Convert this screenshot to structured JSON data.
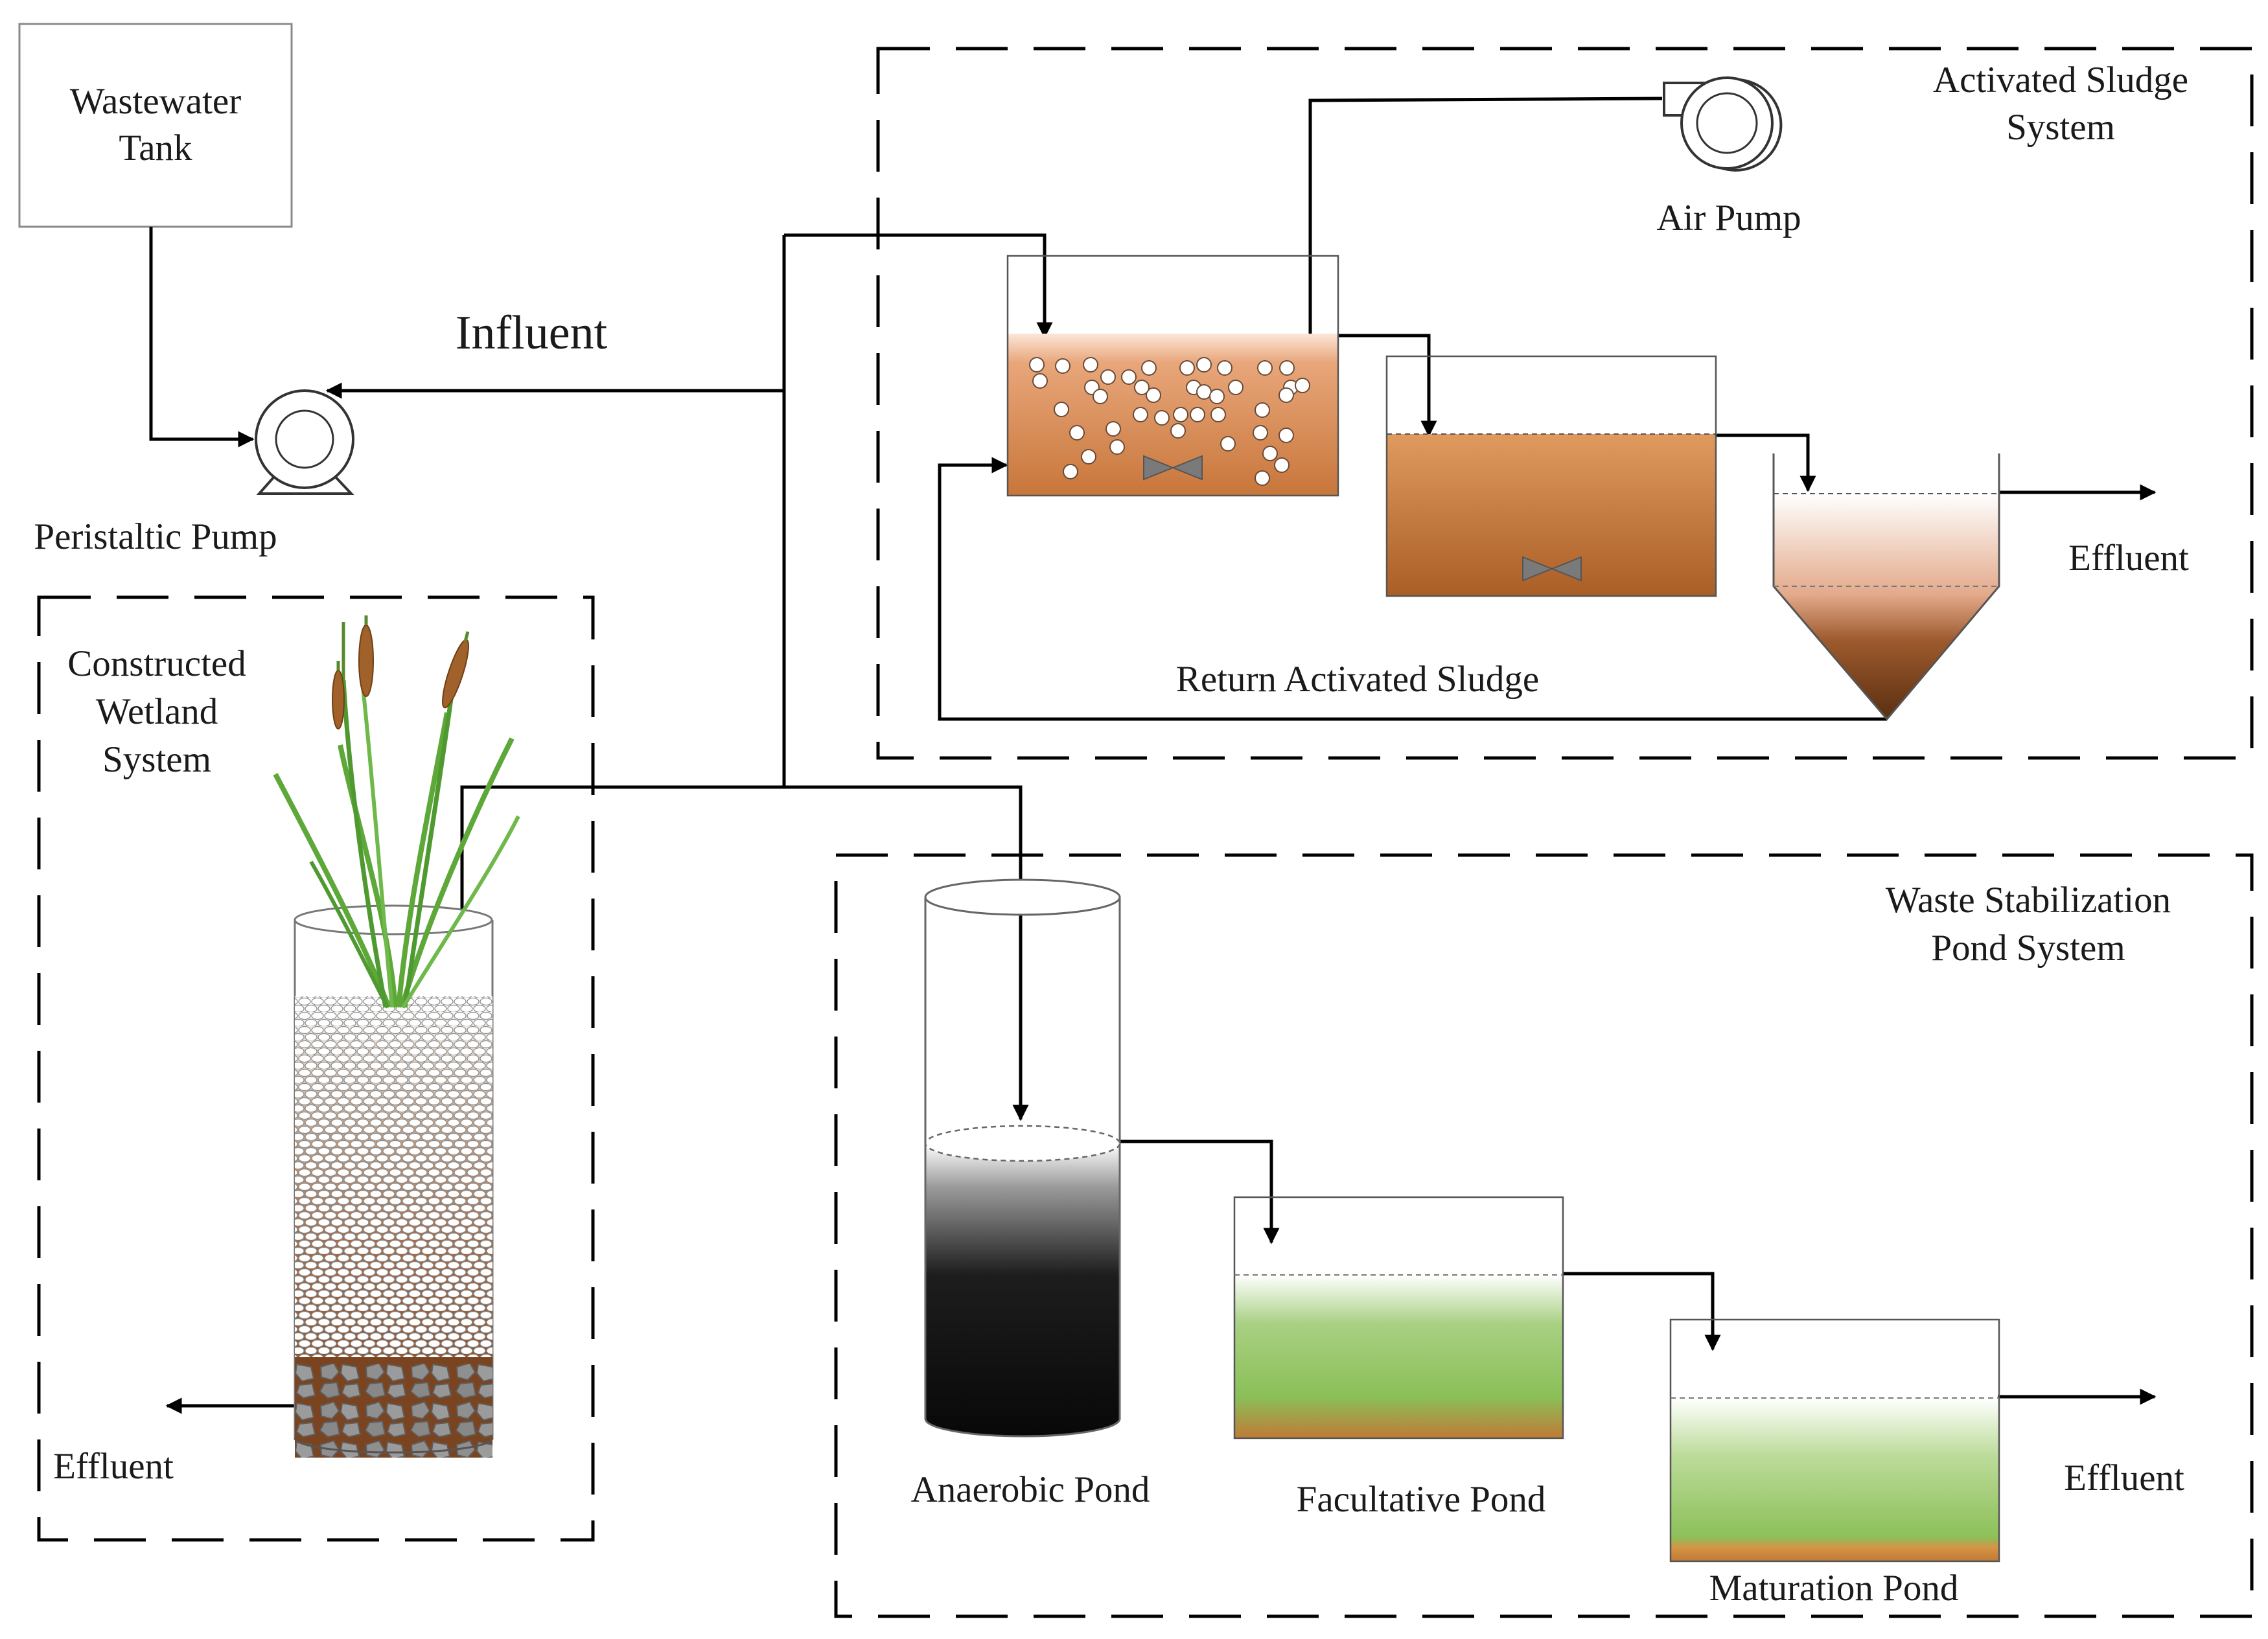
{
  "labels": {
    "wastewater_tank_line1": "Wastewater",
    "wastewater_tank_line2": "Tank",
    "influent": "Influent",
    "peristaltic_pump": "Peristaltic Pump",
    "air_pump": "Air Pump",
    "activated_sludge_line1": "Activated Sludge",
    "activated_sludge_line2": "System",
    "return_activated_sludge": "Return Activated Sludge",
    "effluent_activated": "Effluent",
    "constructed_wetland_line1": "Constructed",
    "constructed_wetland_line2": "Wetland",
    "constructed_wetland_line3": "System",
    "effluent_wetland": "Effluent",
    "waste_stabilization_line1": "Waste Stabilization",
    "waste_stabilization_line2": "Pond System",
    "anaerobic_pond": "Anaerobic Pond",
    "facultative_pond": "Facultative Pond",
    "maturation_pond": "Maturation Pond",
    "effluent_pond": "Effluent"
  },
  "colors": {
    "sludge_light": "#e7a478",
    "sludge_dark": "#b86a2c",
    "clarifier_sludge": "#6a3a12",
    "anaerobic": "#0e0e0e",
    "algae_green": "#88be5c",
    "soil_brown": "#8a4a24",
    "cattail": "#a0622a",
    "leaf_green": "#5ea83a",
    "gravel": "#8f8f8f",
    "mixer": "#7a7a7a"
  },
  "icons": [
    "peristaltic-pump-icon",
    "air-pump-icon",
    "mixer-icon",
    "cattail-plant-icon",
    "gravel-icon"
  ]
}
